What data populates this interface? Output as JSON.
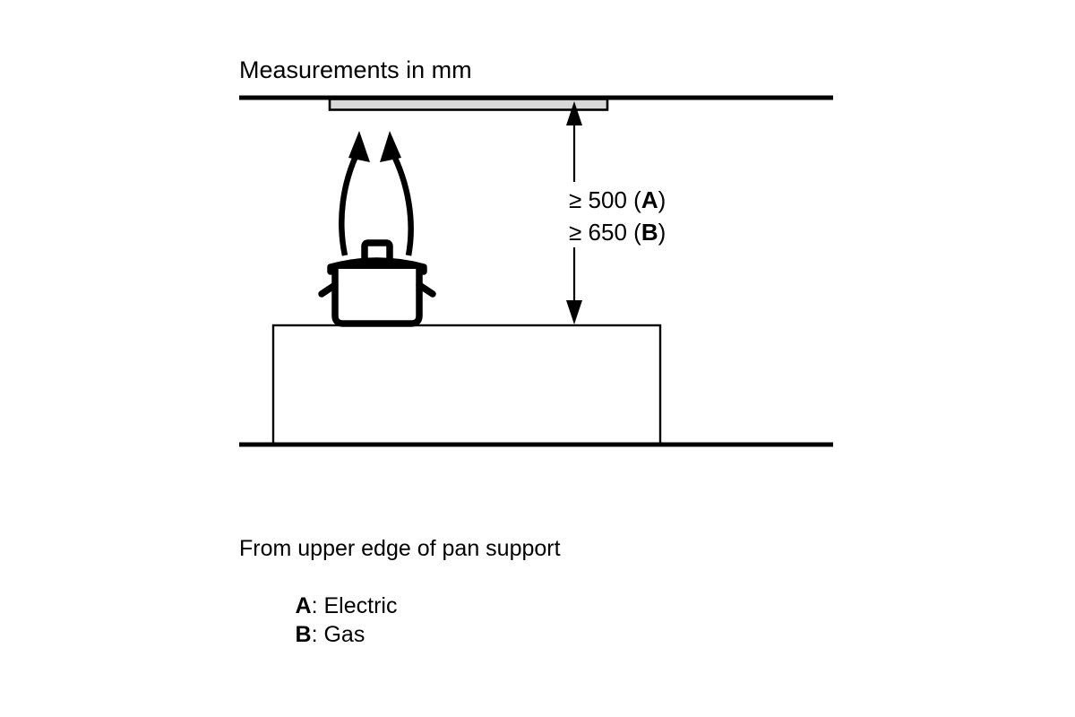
{
  "diagram": {
    "title": "Measurements in mm",
    "units": "mm",
    "caption": "From upper edge of pan support",
    "dimension": {
      "lines": [
        {
          "symbol": "≥",
          "value": "500",
          "open_paren": "(",
          "label": "A",
          "close_paren": ")",
          "full": "≥ 500 (A)"
        },
        {
          "symbol": "≥",
          "value": "650",
          "open_paren": "(",
          "label": "B",
          "close_paren": ")",
          "full": "≥ 650 (B)"
        }
      ]
    },
    "legend": [
      {
        "key": "A",
        "separator": ":",
        "value": "Electric"
      },
      {
        "key": "B",
        "separator": ":",
        "value": "Gas"
      }
    ],
    "elements": {
      "ceiling_label": "ceiling-line",
      "hood_label": "extractor-hood",
      "pot_label": "cooking-pot",
      "steam_label": "steam-arrows",
      "counter_label": "countertop-cabinet",
      "floor_label": "floor-line",
      "dimension_arrow_label": "clearance-dimension-arrow"
    },
    "colors": {
      "line": "#000000",
      "background": "#ffffff",
      "hood_fill": "#d8d8d8",
      "pot_fill": "#ffffff"
    }
  }
}
